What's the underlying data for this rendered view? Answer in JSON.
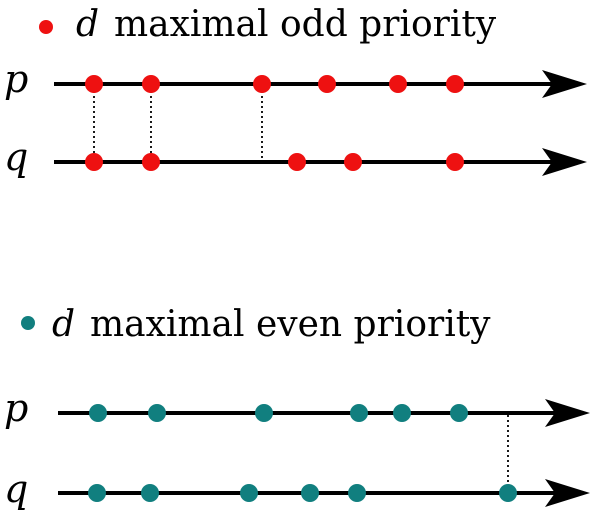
{
  "colors": {
    "odd": "#ee1111",
    "even": "#117f7f",
    "line": "#000000"
  },
  "panels": [
    {
      "id": "odd",
      "legend_var": "d",
      "legend_text": "maximal odd priority",
      "color_key": "odd",
      "rows": [
        {
          "label": "p",
          "points": [
            1,
            2,
            3,
            4,
            5,
            6
          ]
        },
        {
          "label": "q",
          "points": [
            1,
            2,
            3.5,
            4.5,
            6
          ]
        }
      ],
      "connectors": [
        1,
        2,
        3
      ]
    },
    {
      "id": "even",
      "legend_var": "d",
      "legend_text": "maximal even priority",
      "color_key": "even",
      "rows": [
        {
          "label": "p",
          "points": [
            1,
            2,
            3,
            4,
            5,
            6
          ]
        },
        {
          "label": "q",
          "points": [
            1,
            2,
            3,
            4,
            5,
            7
          ]
        }
      ],
      "connectors": [
        7
      ]
    }
  ]
}
